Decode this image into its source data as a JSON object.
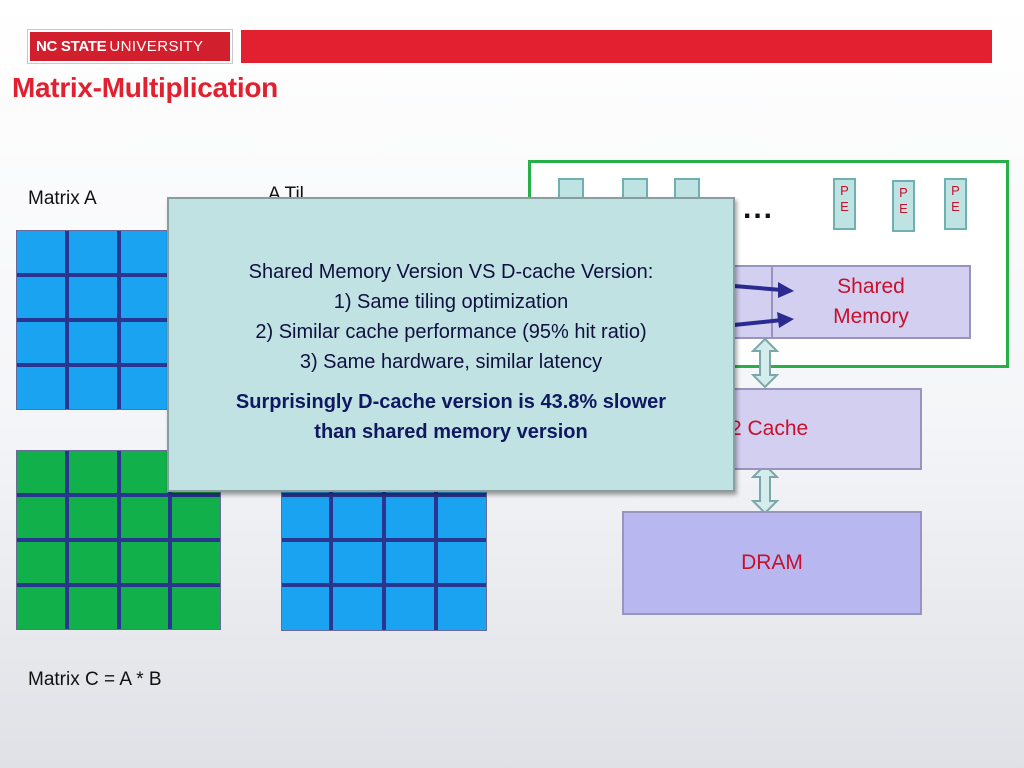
{
  "header": {
    "brand_bold": "NC STATE",
    "brand_light": "UNIVERSITY",
    "title": "Matrix-Multiplication"
  },
  "labels": {
    "matrix_a": "Matrix A",
    "a_tile_partial": "A Til",
    "matrix_c": "Matrix C  = A * B"
  },
  "architecture": {
    "pe_label": [
      "P",
      "E"
    ],
    "ellipsis": "...",
    "shared_memory": "Shared Memory",
    "l2_cache": "2 Cache",
    "dram": "DRAM"
  },
  "popup": {
    "heading": "Shared Memory Version  VS D-cache Version:",
    "points": [
      "1) Same tiling optimization",
      "2) Similar cache performance (95% hit ratio)",
      "3) Same hardware, similar latency"
    ],
    "conclusion": "Surprisingly  D-cache version is 43.8% slower than shared memory version"
  },
  "colors": {
    "brand_red": "#e2202f",
    "matrix_blue": "#1aa3f0",
    "matrix_green": "#12b04a",
    "grid_line": "#2a3590",
    "popup_bg": "#c1e2e2",
    "memory_box": "#d2cff0",
    "dram_box": "#b9b7ef",
    "arrow": "#2a2a90"
  }
}
